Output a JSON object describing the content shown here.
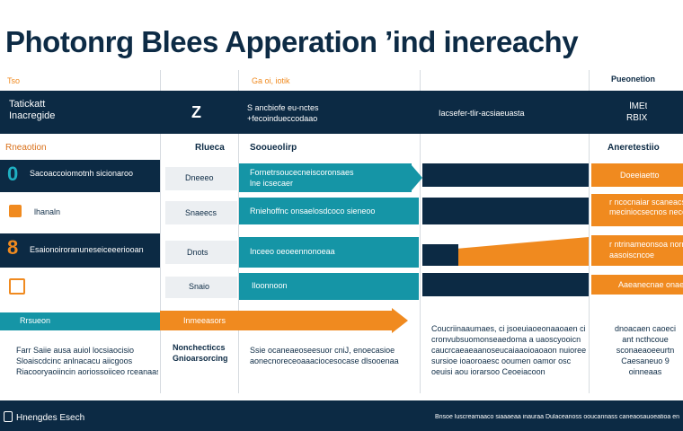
{
  "title": "Photonrg Blees Apperation ’ind inereachy",
  "header": {
    "col1_label": "Tso",
    "col2_label": "Ga oi, iotik",
    "col5_label": "Pueonetion"
  },
  "row_top": {
    "left_line1": "Tatickatt",
    "left_line2": "Inacregide",
    "mid_value": "Z",
    "desc_line1": "S ancbiofe eu-nctes",
    "desc_line2": "+fecoindueccodaao",
    "center_text": "Iacsefer-tlir-acsiaeuasta",
    "right_line1": "lMEt",
    "right_line2": "RBIX"
  },
  "subheader": {
    "left": "Rneaotion",
    "mid": "Rlueca",
    "mid2": "Sooueolirp",
    "right": "Aneretestiio"
  },
  "rows": [
    {
      "num": "0",
      "left": "Sacoaccoiomotnh sicionaroo",
      "mid": "Dneeeo",
      "bar_line1": "Fornetrsoucecneiscoronsaes",
      "bar_line2": "lne icsecaer",
      "right_line1": "Doeeiaetto",
      "right_line2": ""
    },
    {
      "num": "",
      "left": "lhanaln",
      "mid": "Snaeecs",
      "bar_line1": "Rniehoffnc onsaelosdcoco sieneoo",
      "bar_line2": "",
      "right_line1": "r ncocnaiar scaneacs",
      "right_line2": "meciniocsecnos necoasn"
    },
    {
      "num": "8",
      "left": "Esaionoiroranuneseiceeeriooan",
      "mid": "Dnots",
      "bar_line1": "Inceeo oeoeennonoeaa",
      "bar_line2": "",
      "right_line1": "r ntrinameonsoa norn",
      "right_line2": "aasoiscncoe"
    },
    {
      "num": "",
      "left": "",
      "mid": "Snaio",
      "bar_line1": "Iloonnoon",
      "bar_line2": "",
      "right_line1": "Aaeanecnae onaeeoonoe",
      "right_line2": ""
    }
  ],
  "highlight_row": {
    "left": "Rrsueon",
    "mid": "Inmeeasors"
  },
  "bottom": {
    "col1_lines": [
      "Farr Saiie ausa auiol locsiaocisio",
      "Sloaiscdcinc anlnacacu aiicgoos",
      "Riacooryaoiincin aoriossoiiceo rceanaas"
    ],
    "col2_lines": [
      "Nonchecticcs",
      "Gnioarsorcing"
    ],
    "col3_lines": [
      "Ssie ocaneaeoseesuor  cniJ, enoecasioe",
      "aonecnoreceoaaaciocesocase dlsooenaa"
    ],
    "col4_lines": [
      "Coucriinaaumaes, ci jsoeuiaoeonaaoaen ci",
      "cronvubsuomonseaedoma a uaoscyooicn",
      "caucrcaeaeaanoseucaiaaoioaoaon nuioree",
      "sursioe  ioaoroaesc ooumen oamor osc",
      "oeuisi aou iorarsoo Ceoeiacoon"
    ],
    "col5_lines": [
      "dnoacaen caoeci",
      "ant ncthcoue",
      "sconaeaoeeurtn",
      "Caesaneuo 9",
      "oinneaas"
    ]
  },
  "footer": {
    "logo_text": "Hnengdes Esech",
    "right_text": "Bnsoe luscreamaaco  siaaaeaa inauraa  Dulaceanoss ooucannass   caneaosauoeatioa enaoiaeateos"
  },
  "colors": {
    "navy": "#0c2a44",
    "teal": "#1595a6",
    "orange": "#f08a1f"
  }
}
